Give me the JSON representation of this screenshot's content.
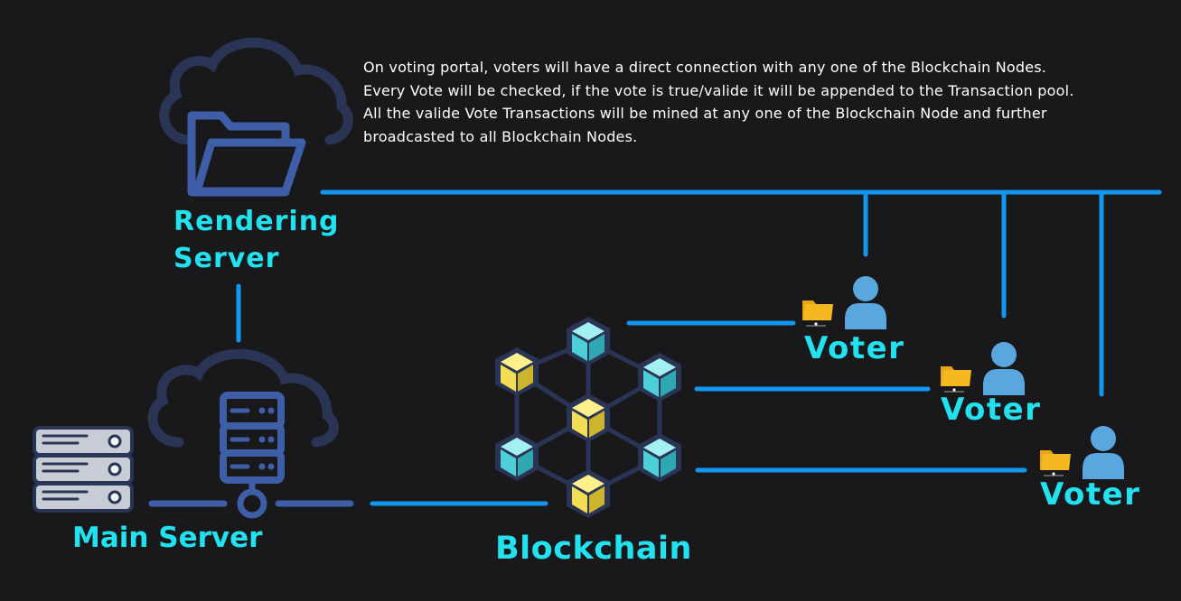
{
  "description": [
    "On voting portal, voters will have a direct connection with any one of the Blockchain Nodes.",
    "Every Vote will be checked, if the vote is true/valide it will be appended to the Transaction pool.",
    "All the valide Vote Transactions will be mined at any one of the Blockchain Node and further",
    "broadcasted to all Blockchain Nodes."
  ],
  "nodes": {
    "rendering_server": {
      "line1": "Rendering",
      "line2": "Server",
      "icon": "cloud-folder-icon"
    },
    "main_server": {
      "label": "Main Server",
      "icon": "cloud-database-icon"
    },
    "blockchain": {
      "label": "Blockchain",
      "icon": "blockchain-cubes-icon"
    },
    "voters": [
      {
        "label": "Voter",
        "icon": "voter-user-icon"
      },
      {
        "label": "Voter",
        "icon": "voter-user-icon"
      },
      {
        "label": "Voter",
        "icon": "voter-user-icon"
      }
    ]
  },
  "colors": {
    "background": "#19191b",
    "connector": "#1296f0",
    "icon_outline": "#2a3556",
    "icon_blue": "#3e5fa8",
    "label_cyan": "#22e2f0",
    "cube_teal": "#4ccfd6",
    "cube_yellow": "#f2dd54",
    "user_blue": "#5aa6de",
    "folder_yellow": "#f5b820"
  }
}
